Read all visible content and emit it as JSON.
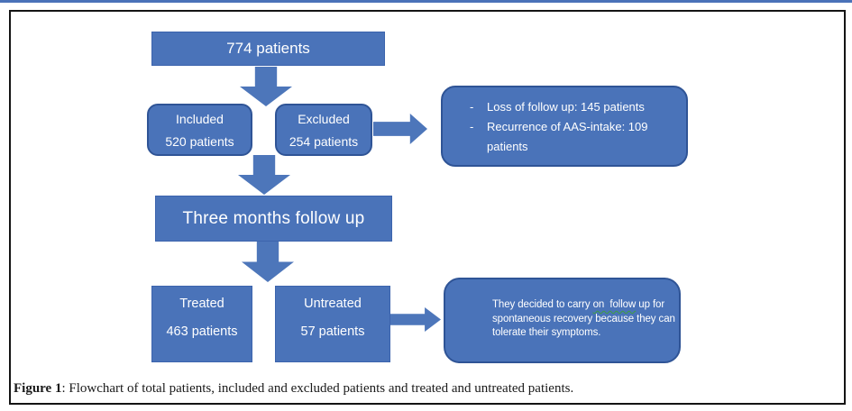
{
  "colors": {
    "node_fill": "#4a73b9",
    "node_border": "#2f5496",
    "arrow_fill": "#4d76ba",
    "frame_border": "#141414",
    "top_strip": "#4a72b8",
    "node_text": "#ffffff",
    "caption_text": "#1a1a1a",
    "squiggle": "#3f9e3f"
  },
  "flowchart": {
    "total_box": {
      "label": "774 patients"
    },
    "included_box": {
      "title": "Included",
      "count": "520 patients"
    },
    "excluded_box": {
      "title": "Excluded",
      "count": "254 patients"
    },
    "excluded_detail_box": {
      "bullet_glyph": "-",
      "items": [
        "Loss of follow up: 145 patients",
        "Recurrence of AAS-intake: 109 patients"
      ]
    },
    "followup_box": {
      "label": "Three months follow up"
    },
    "treated_box": {
      "title": "Treated",
      "count": "463 patients"
    },
    "untreated_box": {
      "title": "Untreated",
      "count": "57 patients"
    },
    "untreated_detail_box": {
      "line1_before": "They decided to carry ",
      "line1_marked": "on  follow",
      "line1_after": " up for",
      "line2": "spontaneous recovery because they can",
      "line3": "tolerate their symptoms."
    }
  },
  "caption": {
    "label": "Figure 1",
    "text": ": Flowchart of total patients, included and excluded patients and treated and untreated patients."
  }
}
